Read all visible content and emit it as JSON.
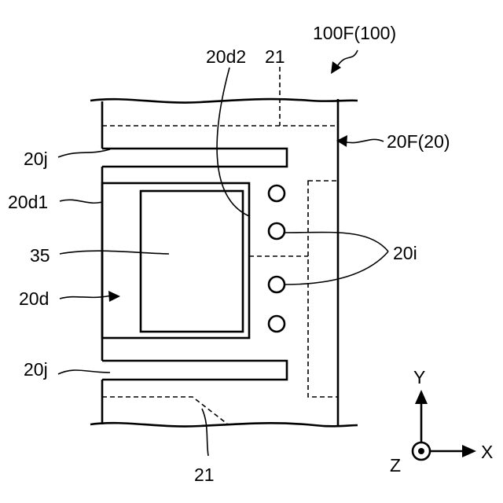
{
  "labels": {
    "figure_ref": "100F(100)",
    "part_20d2": "20d2",
    "part_21_top": "21",
    "part_20F": "20F(20)",
    "part_20j_top": "20j",
    "part_20d1": "20d1",
    "part_35": "35",
    "part_20i": "20i",
    "part_20d": "20d",
    "part_20j_bottom": "20j",
    "part_21_bottom": "21"
  },
  "axes": {
    "y_label": "Y",
    "x_label": "X",
    "z_label": "Z"
  }
}
